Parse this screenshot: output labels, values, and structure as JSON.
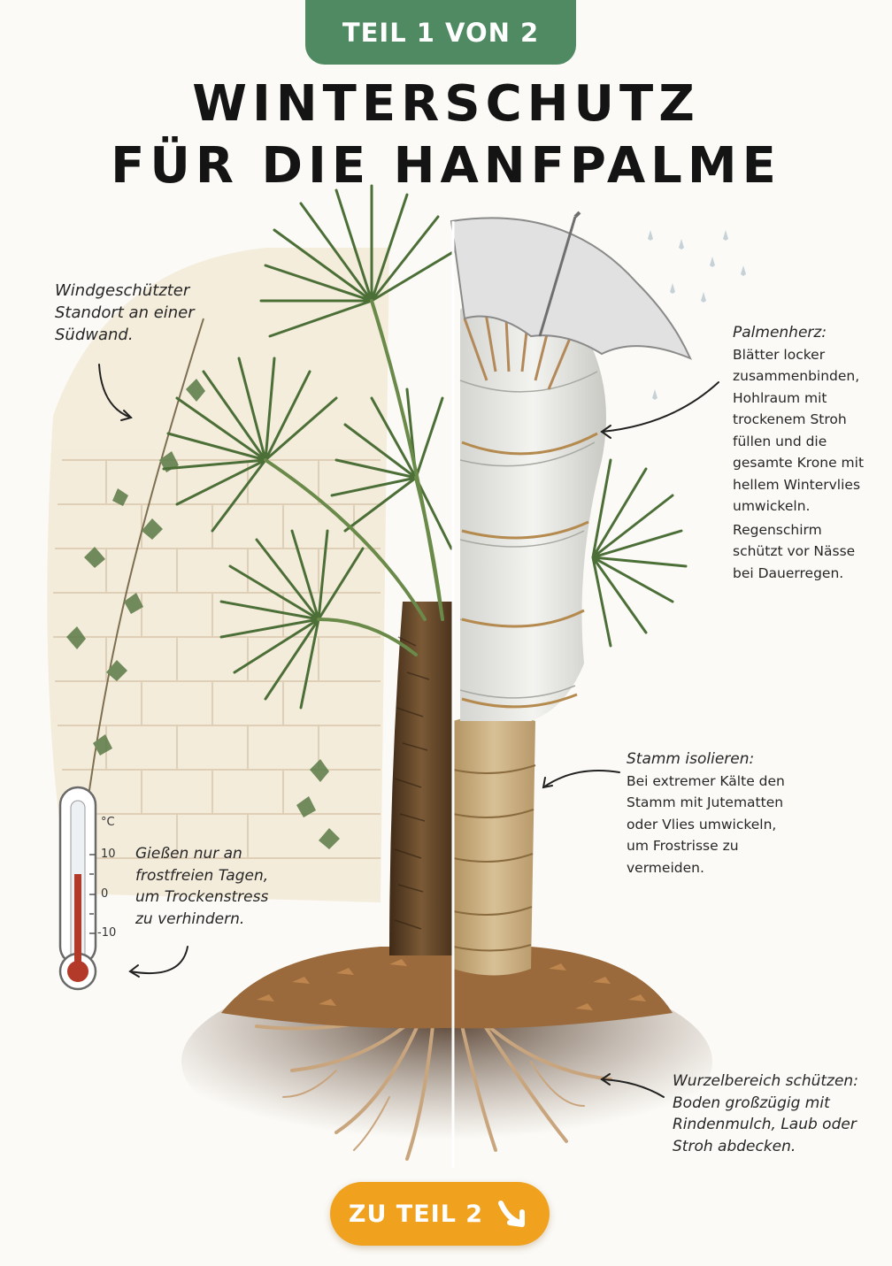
{
  "header": {
    "badge": "TEIL 1 VON 2",
    "title_line1": "WINTERSCHUTZ",
    "title_line2": "FÜR DIE HANFPALME"
  },
  "notes": {
    "standort": "Windgeschützter Standort an einer Südwand.",
    "palmenherz_head": "Palmenherz:",
    "palmenherz_body": "Blätter locker zusammenbinden, Hohlraum mit trockenem Stroh füllen und die gesamte Krone mit hellem Wintervlies umwickeln.",
    "palmenherz_extra": "Regenschirm schützt vor Nässe bei Dauerregen.",
    "stamm_head": "Stamm isolieren:",
    "stamm_body": "Bei extremer Kälte den Stamm mit Jutematten oder Vlies umwickeln, um Frostrisse zu vermeiden.",
    "giessen": "Gießen nur an frostfreien Tagen, um Trockenstress zu verhindern.",
    "wurzel_head": "Wurzelbereich schützen:",
    "wurzel_body": "Boden großzügig mit Rindenmulch, Laub oder Stroh abdecken."
  },
  "thermometer": {
    "unit": "°C",
    "ticks": [
      "10",
      "0",
      "-10"
    ]
  },
  "footer": {
    "button": "ZU TEIL 2"
  },
  "colors": {
    "badge_green": "#4f8a62",
    "button_orange": "#f0a21f",
    "leaf_green": "#4c6f38",
    "trunk_brown": "#6b4a2b",
    "burlap": "#c8ad7c",
    "fleece": "#e6e6e2"
  },
  "icons": [
    "arrow-down-right-icon",
    "thermometer-icon",
    "umbrella-icon",
    "brick-wall-icon",
    "ivy-icon",
    "palm-icon"
  ]
}
